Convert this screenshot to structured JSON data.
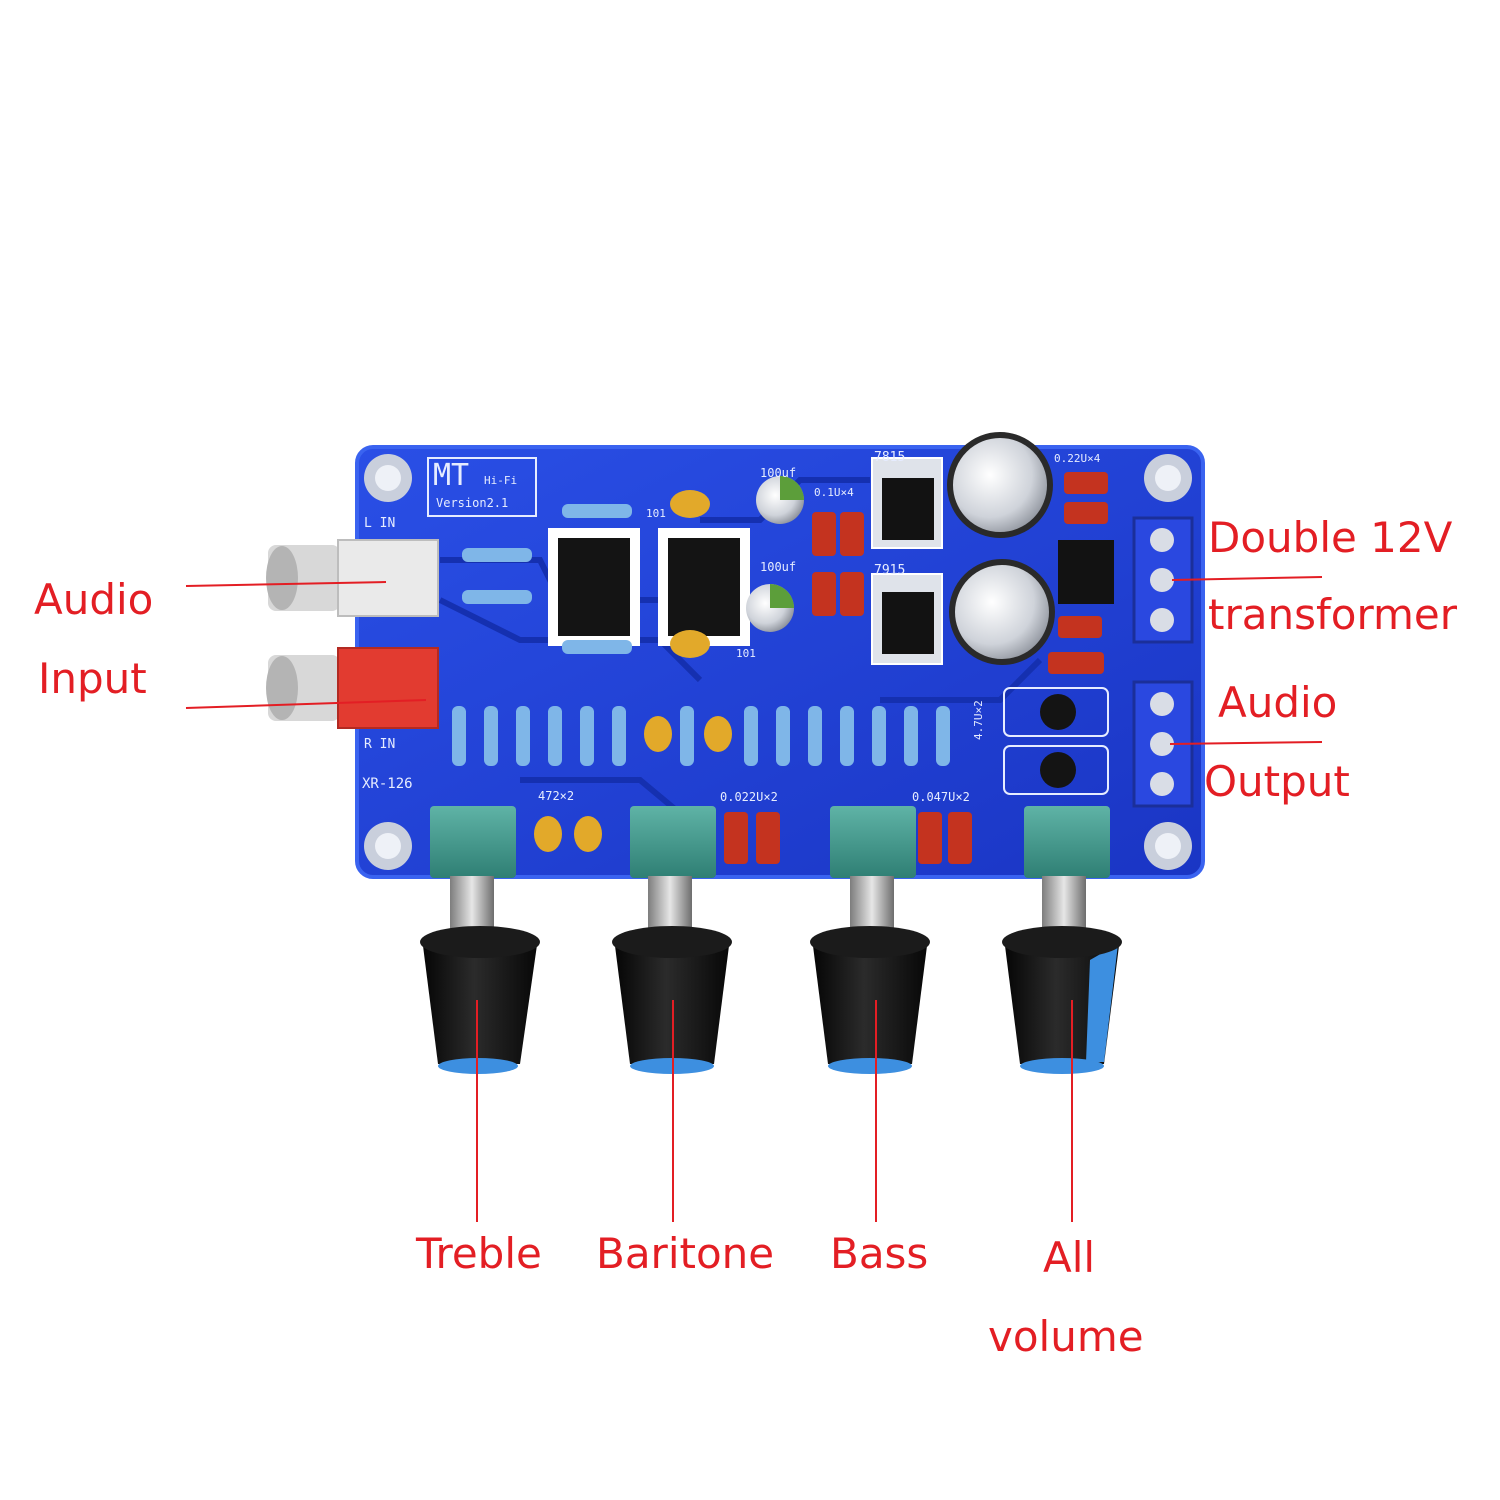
{
  "colors": {
    "label_text": "#e31e24",
    "leader_line": "#e31e24",
    "pcb": "#1f3fd6",
    "pcb_edge": "#2e58ee",
    "knob": "#151515",
    "knob_base": "#3d8fe0",
    "pot_body": "#3e9b8e",
    "rca_white": "#e9e9e9",
    "rca_red": "#e23b30"
  },
  "icons": [
    "rca-jack-icon",
    "potentiometer-knob-icon",
    "screw-terminal-icon",
    "electrolytic-capacitor-icon",
    "ic-chip-icon"
  ],
  "labels": {
    "audio_input": [
      "Audio",
      "Input"
    ],
    "transformer": [
      "Double 12V",
      "transformer"
    ],
    "audio_output": [
      "Audio",
      "Output"
    ],
    "treble": "Treble",
    "baritone": "Baritone",
    "bass": "Bass",
    "all_volume": [
      "All",
      "volume"
    ]
  },
  "board_markings": {
    "logo": "MT",
    "logo_sub": "Hi-Fi",
    "version": "Version2.1",
    "l_in": "L  IN",
    "r_in": "R  IN",
    "model": "XR-126",
    "cap_100uf_top": "100uf",
    "cap_100uf_bottom": "100uf",
    "code_101_top": "101",
    "code_101_bottom": "101",
    "cap_01u": "0.1U×4",
    "reg_7815": "7815",
    "reg_7915": "7915",
    "cap_022u_top": "0.22U×4",
    "cap_472": "472×2",
    "cap_0022u": "0.022U×2",
    "cap_0047u": "0.047U×2",
    "cap_47u": "4.7U×2"
  }
}
